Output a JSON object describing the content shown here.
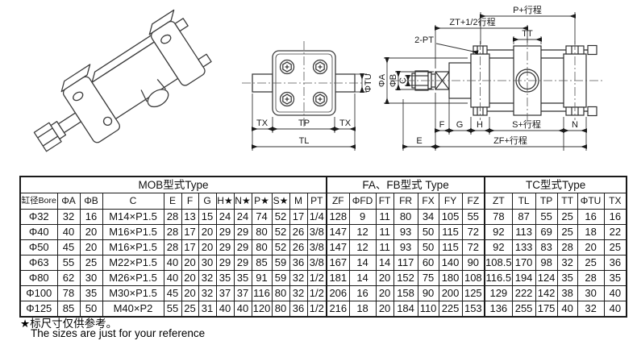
{
  "drawings": {
    "front_view": {
      "labels": {
        "tu": "ΦTU",
        "tx_left": "TX",
        "tp": "TP",
        "tx_right": "TX",
        "tl": "TL"
      }
    },
    "side_view": {
      "labels": {
        "p_stroke": "P+行程",
        "zt_half_stroke": "ZT+1/2行程",
        "tt": "TT",
        "two_pt": "2-PT",
        "phi_a": "ΦA",
        "phi_b": "ΦB",
        "c": "C",
        "e": "E",
        "f": "F",
        "g": "G",
        "h": "H",
        "s_stroke": "S+行程",
        "n": "N",
        "zf_stroke": "ZF+行程"
      }
    }
  },
  "table": {
    "groups": [
      {
        "label": "MOB型式Type",
        "colspan": 13
      },
      {
        "label": "FA、FB型式 Type",
        "colspan": 7
      },
      {
        "label": "TC型式Type",
        "colspan": 6
      }
    ],
    "columns": [
      "缸径Bore",
      "ΦA",
      "ΦB",
      "C",
      "E",
      "F",
      "G",
      "H★",
      "N★",
      "P★",
      "S★",
      "M",
      "PT",
      "ZF",
      "ΦFD",
      "FT",
      "FR",
      "FX",
      "FY",
      "FZ",
      "ZT",
      "TL",
      "TP",
      "TT",
      "ΦTU",
      "TX"
    ],
    "rows": [
      [
        "Φ32",
        "32",
        "16",
        "M14×P1.5",
        "28",
        "13",
        "15",
        "24",
        "24",
        "74",
        "52",
        "17",
        "1/4",
        "128",
        "9",
        "11",
        "80",
        "34",
        "105",
        "55",
        "78",
        "87",
        "55",
        "25",
        "16",
        "16"
      ],
      [
        "Φ40",
        "40",
        "20",
        "M16×P1.5",
        "28",
        "17",
        "20",
        "29",
        "29",
        "80",
        "52",
        "26",
        "3/8",
        "147",
        "12",
        "11",
        "93",
        "50",
        "115",
        "72",
        "92",
        "113",
        "69",
        "25",
        "18",
        "22"
      ],
      [
        "Φ50",
        "45",
        "20",
        "M16×P1.5",
        "28",
        "17",
        "20",
        "29",
        "29",
        "80",
        "52",
        "26",
        "3/8",
        "147",
        "12",
        "11",
        "93",
        "50",
        "115",
        "72",
        "92",
        "133",
        "83",
        "28",
        "20",
        "25"
      ],
      [
        "Φ63",
        "55",
        "25",
        "M22×P1.5",
        "40",
        "20",
        "30",
        "29",
        "29",
        "85",
        "59",
        "36",
        "3/8",
        "167",
        "14",
        "14",
        "117",
        "60",
        "140",
        "90",
        "108.5",
        "170",
        "98",
        "32",
        "25",
        "36"
      ],
      [
        "Φ80",
        "62",
        "30",
        "M26×P1.5",
        "40",
        "20",
        "32",
        "35",
        "35",
        "91",
        "59",
        "32",
        "1/2",
        "181",
        "14",
        "20",
        "152",
        "75",
        "180",
        "108",
        "116.5",
        "194",
        "124",
        "35",
        "28",
        "35"
      ],
      [
        "Φ100",
        "78",
        "35",
        "M30×P1.5",
        "45",
        "20",
        "32",
        "37",
        "37",
        "116",
        "80",
        "32",
        "1/2",
        "206",
        "16",
        "20",
        "158",
        "90",
        "200",
        "125",
        "129",
        "222",
        "142",
        "38",
        "30",
        "40"
      ],
      [
        "Φ125",
        "85",
        "50",
        "M40×P2",
        "55",
        "25",
        "31",
        "40",
        "40",
        "120",
        "80",
        "36",
        "1/2",
        "216",
        "18",
        "20",
        "184",
        "110",
        "225",
        "153",
        "136",
        "255",
        "175",
        "40",
        "32",
        "40"
      ]
    ]
  },
  "notes": {
    "zh": "★标尺寸仅供参考。",
    "en": "The sizes are just for your reference"
  }
}
